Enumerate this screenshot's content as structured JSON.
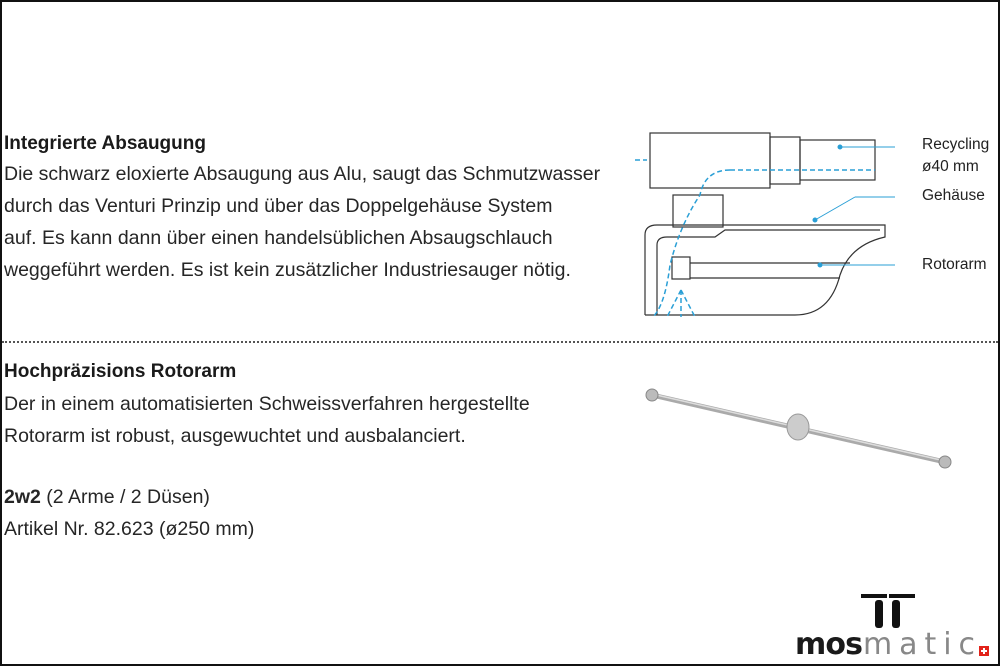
{
  "section1": {
    "title": "Integrierte Absaugung",
    "lines": [
      "Die schwarz eloxierte Absaugung aus Alu, saugt das Schmutzwasser",
      "durch das Venturi Prinzip und über das Doppelgehäuse System",
      "auf. Es kann dann über einen handelsüblichen Absaugschlauch",
      "weggeführt werden. Es ist kein zusätzlicher Industriesauger nötig."
    ]
  },
  "diagram": {
    "labels": {
      "recycling": "Recycling",
      "diameter": "ø40 mm",
      "gehaeuse": "Gehäuse",
      "rotorarm": "Rotorarm"
    },
    "accent": "#2a9fd6"
  },
  "section2": {
    "title": "Hochpräzisions Rotorarm",
    "lines": [
      "Der in einem automatisierten Schweissverfahren hergestellte",
      "Rotorarm ist robust, ausgewuchtet und ausbalanciert."
    ],
    "model_code": "2w2",
    "model_desc": " (2 Arme / 2 Düsen)",
    "article": "Artikel Nr. 82.623 (ø250 mm)"
  },
  "logo": {
    "text_dark": "mos",
    "text_light": "matic"
  }
}
